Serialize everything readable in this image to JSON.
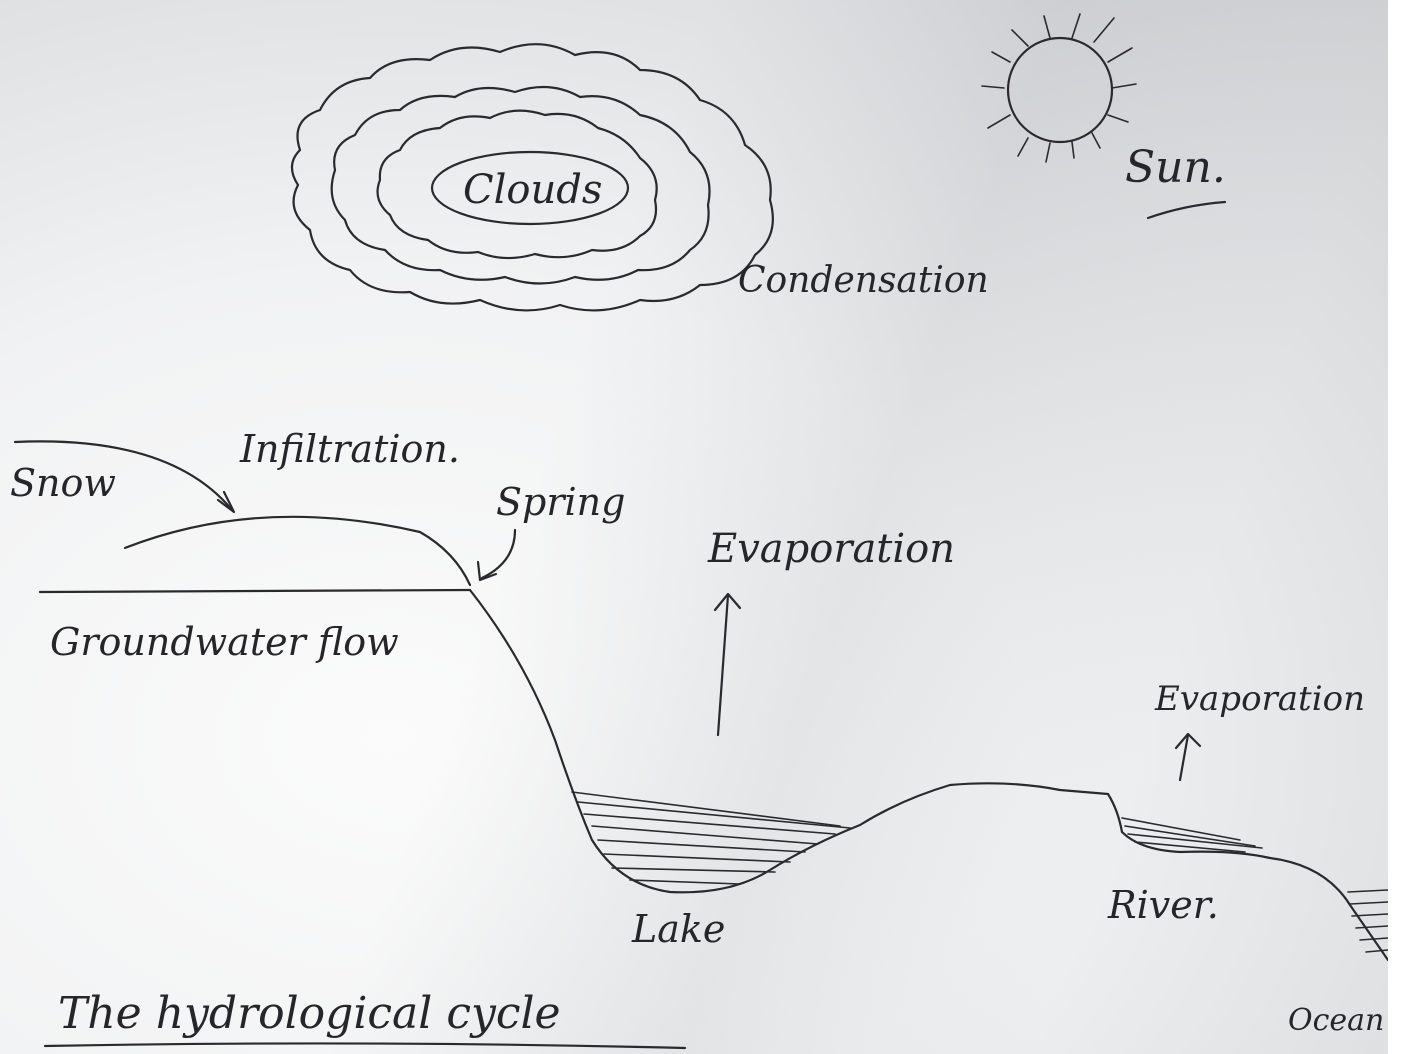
{
  "diagram": {
    "title": "The hydrological cycle",
    "labels": {
      "clouds": "Clouds",
      "sun": "Sun.",
      "condensation": "Condensation",
      "infiltration": "Infiltration.",
      "snow": "Snow",
      "spring": "Spring",
      "evaporation_lake": "Evaporation",
      "groundwater": "Groundwater flow",
      "evaporation_river": "Evaporation",
      "lake": "Lake",
      "river": "River.",
      "ocean": "Ocean"
    }
  },
  "colors": {
    "ink": "#2a2a2e",
    "paper": "#f4f5f6"
  }
}
